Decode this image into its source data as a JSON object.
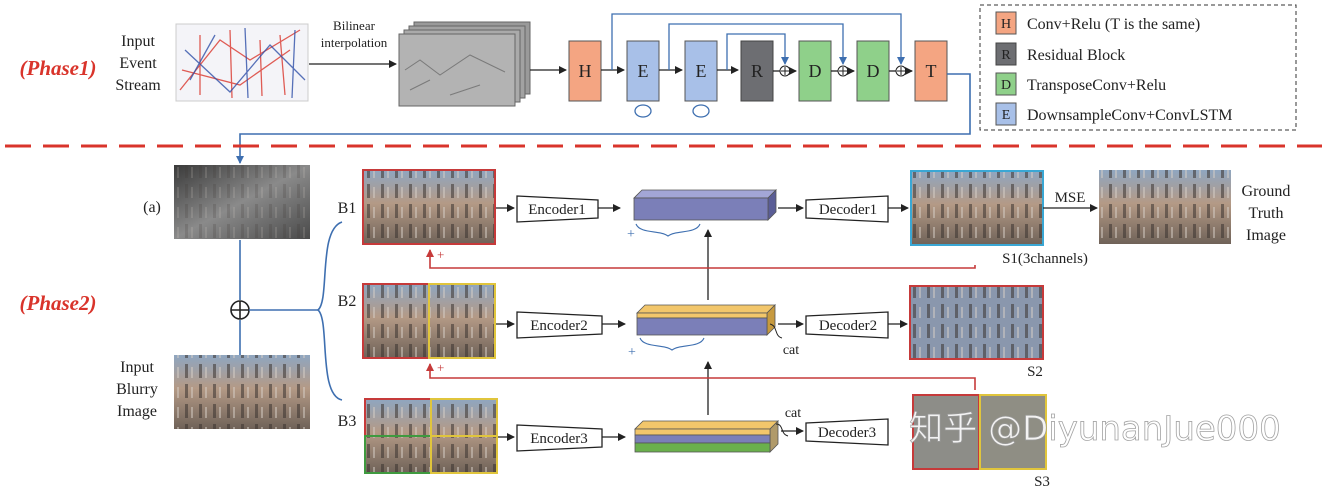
{
  "phase1": {
    "label": "(Phase1)",
    "input_label": [
      "Input",
      "Event",
      "Stream"
    ],
    "interp_label": [
      "Bilinear",
      "interpolation"
    ],
    "blocks": {
      "H": "H",
      "E": "E",
      "R": "R",
      "D": "D",
      "T": "T"
    },
    "legend": [
      {
        "key": "H",
        "text": "Conv+Relu (T is the same)",
        "color": "#f4a582"
      },
      {
        "key": "R",
        "text": "Residual Block",
        "color": "#6d6e72"
      },
      {
        "key": "D",
        "text": "TransposeConv+Relu",
        "color": "#8fd08a"
      },
      {
        "key": "E",
        "text": "DownsampleConv+ConvLSTM",
        "color": "#a8c0e8"
      }
    ]
  },
  "phase2": {
    "label": "(Phase2)",
    "panel_label": "(a)",
    "input_label": [
      "Input",
      "Blurry",
      "Image"
    ],
    "branches": {
      "b1": "B1",
      "b2": "B2",
      "b3": "B3"
    },
    "encoders": {
      "e1": "Encoder1",
      "e2": "Encoder2",
      "e3": "Encoder3"
    },
    "decoders": {
      "d1": "Decoder1",
      "d2": "Decoder2",
      "d3": "Decoder3"
    },
    "mse": "MSE",
    "gt_label": [
      "Ground",
      "Truth",
      "Image"
    ],
    "s1": "S1(3channels)",
    "s2": "S2",
    "s3": "S3",
    "cat": "cat",
    "plus": "+"
  },
  "watermark": "知乎 @DiyunanJue000",
  "colors": {
    "phase_red": "#d9342b",
    "arrow_blue": "#3e6fb0",
    "dash_red": "#d9342b",
    "box_red": "#c63a3a",
    "box_yellow": "#e0c53c",
    "box_green": "#3f9a3f",
    "box_cyan": "#3aa7d4",
    "feat_purple": "#7b7fb8",
    "feat_yellow": "#f2c66b",
    "feat_green": "#6ab04c"
  }
}
